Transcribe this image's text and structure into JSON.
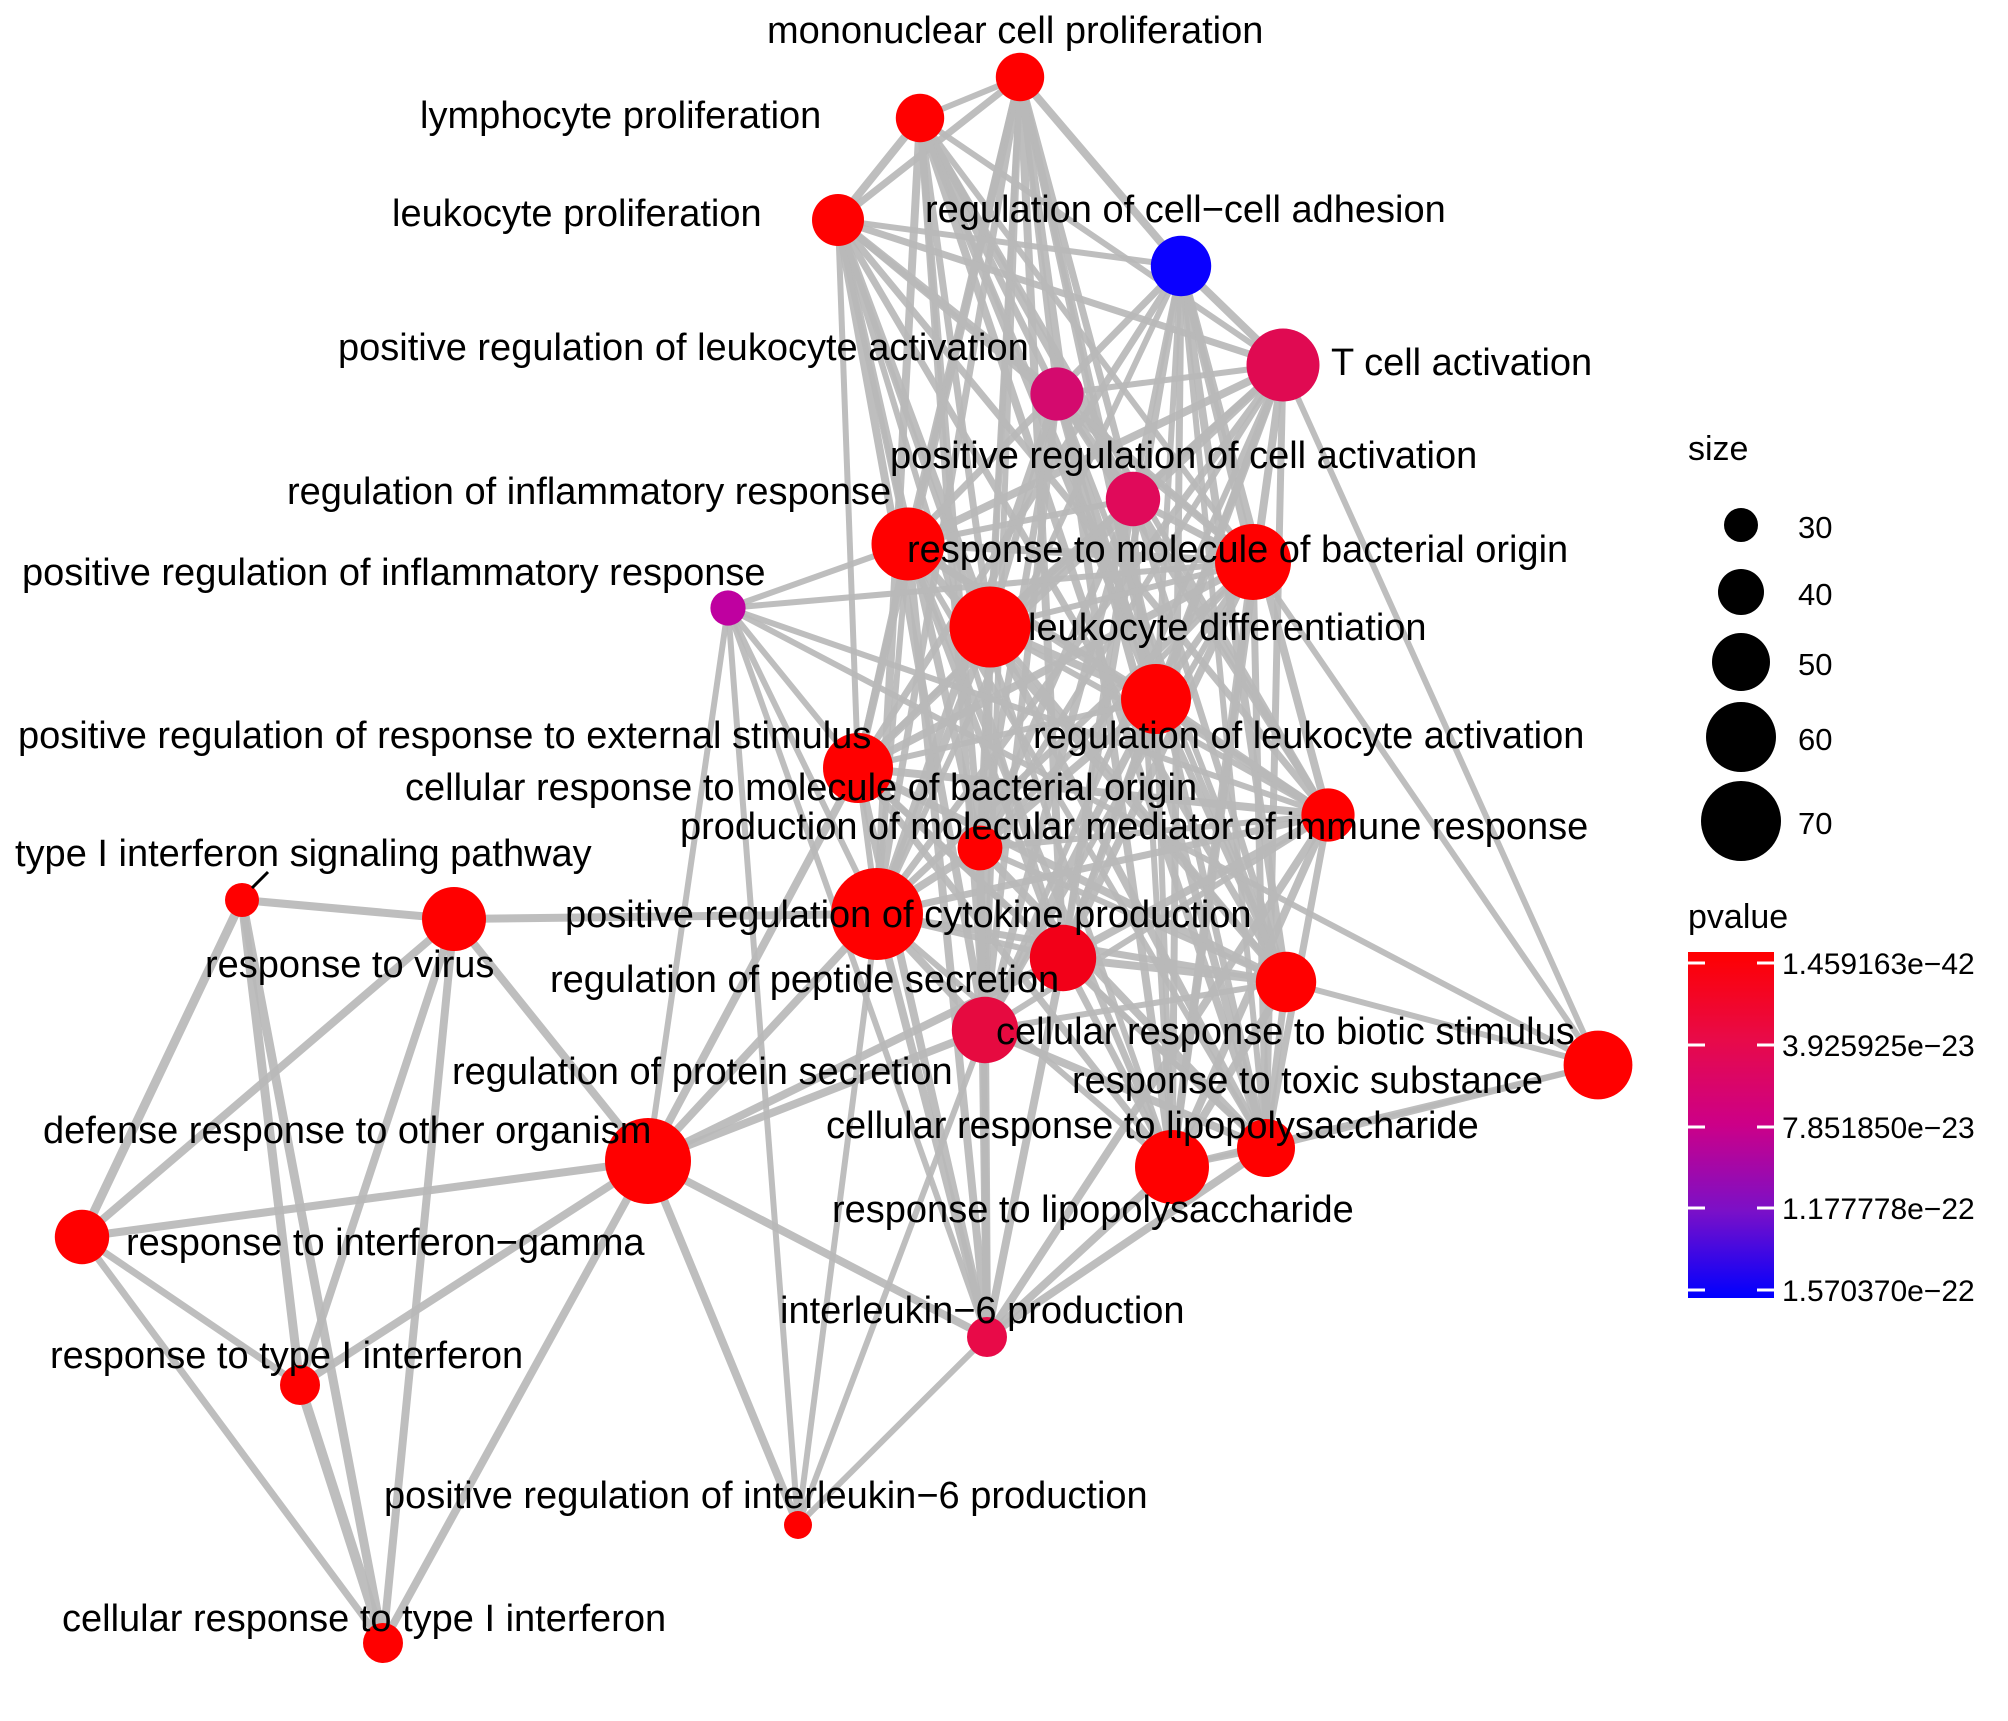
{
  "nodes": [
    {
      "id": "mono",
      "label": "mononuclear cell proliferation",
      "size": 42,
      "color": "#ff0000"
    },
    {
      "id": "lymph",
      "label": "lymphocyte proliferation",
      "size": 42,
      "color": "#ff0000"
    },
    {
      "id": "leukprol",
      "label": "leukocyte proliferation",
      "size": 45,
      "color": "#ff0000"
    },
    {
      "id": "ccadh",
      "label": "regulation of cell−cell adhesion",
      "size": 52,
      "color": "#0a00ff"
    },
    {
      "id": "tcell",
      "label": "T cell activation",
      "size": 63,
      "color": "#e00a52"
    },
    {
      "id": "prla",
      "label": "positive regulation of leukocyte activation",
      "size": 46,
      "color": "#d40a6e"
    },
    {
      "id": "prca",
      "label": "positive regulation of cell activation",
      "size": 47,
      "color": "#e00a5a"
    },
    {
      "id": "rir",
      "label": "regulation of inflammatory response",
      "size": 63,
      "color": "#ff0000"
    },
    {
      "id": "rmbo",
      "label": "response to molecule of bacterial origin",
      "size": 66,
      "color": "#ff0000"
    },
    {
      "id": "prir",
      "label": "positive regulation of inflammatory response",
      "size": 31,
      "color": "#bf00a0"
    },
    {
      "id": "ldiff",
      "label": "leukocyte differentiation",
      "size": 71,
      "color": "#ff0000"
    },
    {
      "id": "rla",
      "label": "regulation of leukocyte activation",
      "size": 60,
      "color": "#ff0000"
    },
    {
      "id": "prres",
      "label": "positive regulation of response to external stimulus",
      "size": 60,
      "color": "#ff0000"
    },
    {
      "id": "crmbo",
      "label": "cellular response to molecule of bacterial origin",
      "size": 46,
      "color": "#ff0000"
    },
    {
      "id": "pmmir",
      "label": "production of molecular mediator of immune response",
      "size": 39,
      "color": "#ff0000"
    },
    {
      "id": "tisp",
      "label": "type I interferon signaling pathway",
      "size": 30,
      "color": "#ff0000"
    },
    {
      "id": "rvirus",
      "label": "response to virus",
      "size": 55,
      "color": "#ff0000"
    },
    {
      "id": "prcp",
      "label": "positive regulation of cytokine production",
      "size": 82,
      "color": "#ff0000"
    },
    {
      "id": "rps",
      "label": "regulation of peptide secretion",
      "size": 57,
      "color": "#f20018"
    },
    {
      "id": "crbs",
      "label": "cellular response to biotic stimulus",
      "size": 52,
      "color": "#ff0000"
    },
    {
      "id": "rprot",
      "label": "regulation of protein secretion",
      "size": 57,
      "color": "#e60a40"
    },
    {
      "id": "rtox",
      "label": "response to toxic substance",
      "size": 59,
      "color": "#ff0000"
    },
    {
      "id": "dro",
      "label": "defense response to other organism",
      "size": 76,
      "color": "#ff0000"
    },
    {
      "id": "crlps",
      "label": "cellular response to lipopolysaccharide",
      "size": 50,
      "color": "#ff0000"
    },
    {
      "id": "rlps",
      "label": "response to lipopolysaccharide",
      "size": 64,
      "color": "#ff0000"
    },
    {
      "id": "rifng",
      "label": "response to interferon−gamma",
      "size": 47,
      "color": "#ff0000"
    },
    {
      "id": "il6",
      "label": "interleukin−6 production",
      "size": 35,
      "color": "#e80a48"
    },
    {
      "id": "rti",
      "label": "response to type I interferon",
      "size": 35,
      "color": "#ff0000"
    },
    {
      "id": "pril6",
      "label": "positive regulation of interleukin−6 production",
      "size": 25,
      "color": "#ff0000"
    },
    {
      "id": "crti",
      "label": "cellular response to type I interferon",
      "size": 35,
      "color": "#ff0000"
    }
  ],
  "legend": {
    "size_title": "size",
    "size_items": [
      {
        "label": "30"
      },
      {
        "label": "40"
      },
      {
        "label": "50"
      },
      {
        "label": "60"
      },
      {
        "label": "70"
      }
    ],
    "pvalue_title": "pvalue",
    "pvalue_stops": [
      "#ff0000",
      "#e80a48",
      "#cc0088",
      "#7a10c8",
      "#0000ff"
    ],
    "pvalue_labels": [
      "1.459163e−42",
      "3.925925e−23",
      "7.851850e−23",
      "1.177778e−22",
      "1.570370e−22"
    ]
  }
}
